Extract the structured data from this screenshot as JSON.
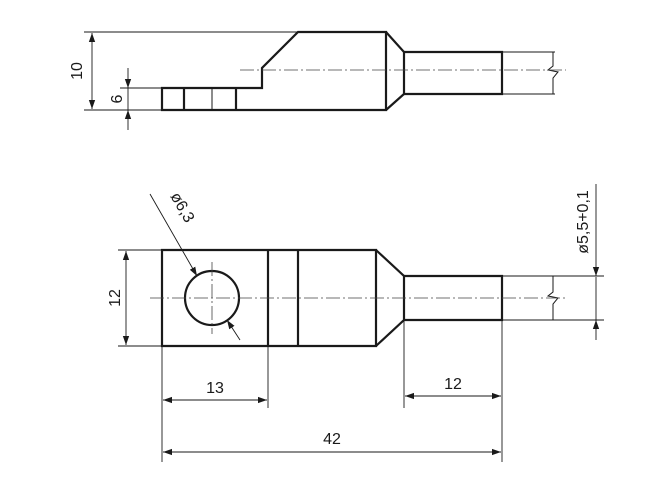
{
  "dimensions": {
    "side_height_total": "10",
    "side_height_tab": "6",
    "top_width": "12",
    "hole_diameter": "ø6,3",
    "cable_diameter": "ø5,5+0,1",
    "hole_position": "13",
    "cable_length": "12",
    "overall_length": "42"
  }
}
